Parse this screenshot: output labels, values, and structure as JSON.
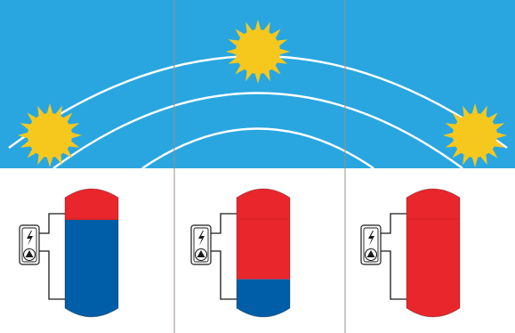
{
  "colors": {
    "sky": "#29a6df",
    "sun": "#f6c81e",
    "sun_ray": "#f6c81e",
    "hot_water": "#e8262c",
    "cold_water": "#005ea8",
    "divider": "#9a8f85",
    "outline": "#1a1a1a",
    "arc": "#ffffff"
  },
  "panels": [
    {
      "id": "morning",
      "sun_icon": "sun-icon",
      "tank_fill": {
        "hot_fraction": 0.25,
        "cold_fraction": 0.75
      }
    },
    {
      "id": "noon",
      "sun_icon": "sun-icon",
      "tank_fill": {
        "hot_fraction": 0.7,
        "cold_fraction": 0.3
      }
    },
    {
      "id": "evening",
      "sun_icon": "sun-icon",
      "tank_fill": {
        "hot_fraction": 1.0,
        "cold_fraction": 0.0
      }
    }
  ],
  "icons": {
    "heater": "electric-heater-icon",
    "pump": "pump-icon",
    "bolt": "lightning-bolt-icon"
  }
}
